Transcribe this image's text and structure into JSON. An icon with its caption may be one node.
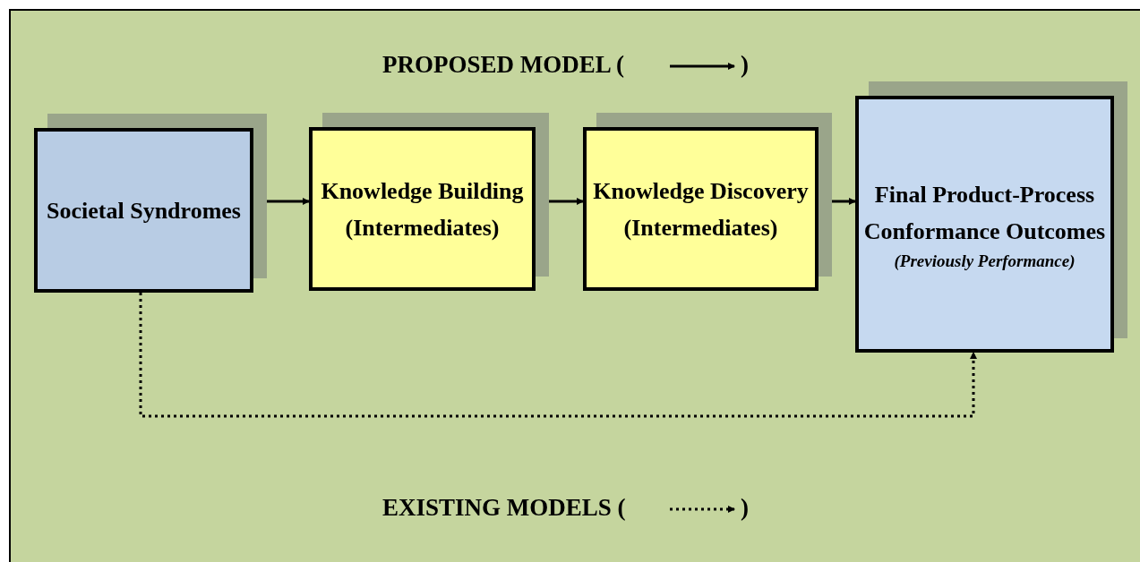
{
  "diagram": {
    "nodes": [
      {
        "text": [
          "Societal Syndromes"
        ]
      },
      {
        "text": [
          "Knowledge Building (Intermediates)"
        ]
      },
      {
        "text": [
          "Knowledge Discovery (Intermediates)"
        ]
      },
      {
        "text": [
          "Final Product-Process Conformance Outcomes",
          "(Previously Performance)"
        ]
      }
    ],
    "edges": [
      {
        "from": 0,
        "to": 1,
        "arrow": "to"
      },
      {
        "from": 1,
        "to": 2,
        "arrow": "to"
      },
      {
        "from": 2,
        "to": 3,
        "arrow": "to"
      },
      {
        "from": 0,
        "to": 3,
        "arrow": "to",
        "style": "dashed"
      }
    ],
    "labels": [
      "PROPOSED MODEL (",
      ")",
      "EXISTING MODELS (",
      ")"
    ]
  }
}
